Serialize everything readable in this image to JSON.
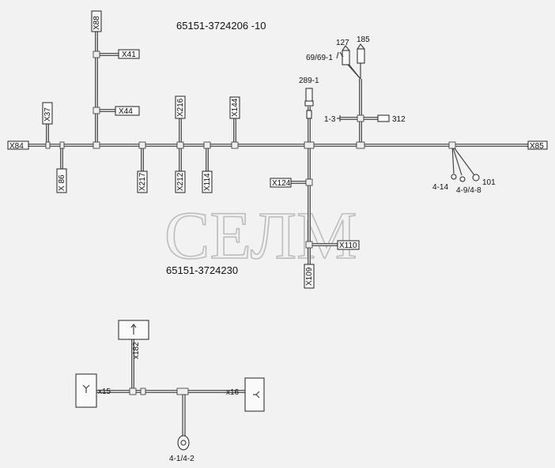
{
  "titles": {
    "harness_top": "65151-3724206 -10",
    "harness_bottom": "65151-3724230"
  },
  "watermark": "СЕЛМ",
  "connectors": {
    "x84": "X84",
    "x85": "X85",
    "x88": "X88",
    "x41": "X41",
    "x44": "X44",
    "x37": "X37",
    "x86": "X 86",
    "x217": "X217",
    "x216": "X216",
    "x212": "X212",
    "x114": "X114",
    "x144": "X144",
    "x124": "X124",
    "x110": "X110",
    "x109": "X109",
    "x182": "x182",
    "x15": "x15",
    "x16": "x16"
  },
  "devices": {
    "d289_1": "289-1",
    "d127": "127",
    "d185": "185",
    "d69": "69/69-1",
    "d1_3": "1-3",
    "d312": "312",
    "d4_14": "4-14",
    "d4_9": "4-9/4-8",
    "d101": "101",
    "d4_1": "4-1/4-2"
  }
}
